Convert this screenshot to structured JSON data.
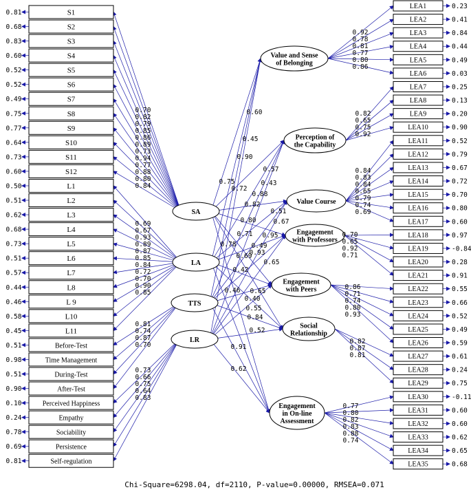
{
  "statistics": "Chi-Square=6298.04, df=2110, P-value=0.00000, RMSEA=0.071",
  "colors": {
    "arrow": "#1a1aa8"
  },
  "exogenous": [
    {
      "id": "SA",
      "label": "SA"
    },
    {
      "id": "LA",
      "label": "LA"
    },
    {
      "id": "TTS",
      "label": "TTS"
    },
    {
      "id": "LR",
      "label": "LR"
    }
  ],
  "endogenous": [
    {
      "id": "VSB",
      "lines": [
        "Value and Sense",
        "of Belonging"
      ]
    },
    {
      "id": "PC",
      "lines": [
        "Perception of",
        "the Capability"
      ]
    },
    {
      "id": "VC",
      "lines": [
        "Value Course"
      ]
    },
    {
      "id": "EP",
      "lines": [
        "Engagement",
        "with Professors"
      ]
    },
    {
      "id": "EPe",
      "lines": [
        "Engagement",
        "with Peers"
      ]
    },
    {
      "id": "SR",
      "lines": [
        "Social",
        "Relationship"
      ]
    },
    {
      "id": "EOA",
      "lines": [
        "Engagement",
        "in On-line",
        "Assessment"
      ]
    }
  ],
  "left_indicators": [
    {
      "label": "S1",
      "err": "0.81",
      "load": "0.70",
      "factor": "SA"
    },
    {
      "label": "S2",
      "err": "0.68",
      "load": "0.82",
      "factor": "SA"
    },
    {
      "label": "S3",
      "err": "0.83",
      "load": "0.79",
      "factor": "SA"
    },
    {
      "label": "S4",
      "err": "0.60",
      "load": "0.85",
      "factor": "SA"
    },
    {
      "label": "S5",
      "err": "0.52",
      "load": "0.86",
      "factor": "SA"
    },
    {
      "label": "S6",
      "err": "0.52",
      "load": "0.89",
      "factor": "SA"
    },
    {
      "label": "S7",
      "err": "0.49",
      "load": "0.73",
      "factor": "SA"
    },
    {
      "label": "S8",
      "err": "0.75",
      "load": "0.94",
      "factor": "SA"
    },
    {
      "label": "S9",
      "err": "0.77",
      "load": "0.77",
      "factor": "SA"
    },
    {
      "label": "S10",
      "err": "0.64",
      "load": "0.88",
      "factor": "SA"
    },
    {
      "label": "S11",
      "err": "0.73",
      "load": "0.80",
      "factor": "SA"
    },
    {
      "label": "S12",
      "err": "0.60",
      "load": "0.84",
      "factor": "SA"
    },
    {
      "label": "L1",
      "err": "0.50",
      "load": "0.69",
      "factor": "LA"
    },
    {
      "label": "L2",
      "err": "0.51",
      "load": "0.67",
      "factor": "LA"
    },
    {
      "label": "L3",
      "err": "0.62",
      "load": "0.93",
      "factor": "LA"
    },
    {
      "label": "L4",
      "err": "0.68",
      "load": "0.89",
      "factor": "LA"
    },
    {
      "label": "L5",
      "err": "0.73",
      "load": "0.87",
      "factor": "LA"
    },
    {
      "label": "L6",
      "err": "0.51",
      "load": "0.85",
      "factor": "LA"
    },
    {
      "label": "L7",
      "err": "0.57",
      "load": "0.84",
      "factor": "LA"
    },
    {
      "label": "L8",
      "err": "0.44",
      "load": "0.72",
      "factor": "LA"
    },
    {
      "label": "L 9",
      "err": "0.46",
      "load": "0.70",
      "factor": "LA"
    },
    {
      "label": "L10",
      "err": "0.58",
      "load": "0.90",
      "factor": "LA"
    },
    {
      "label": "L11",
      "err": "0.45",
      "load": "0.85",
      "factor": "LA"
    },
    {
      "label": "Before-Test",
      "err": "0.51",
      "load": "0.81",
      "factor": "TTS"
    },
    {
      "label": "Time Management",
      "err": "0.98",
      "load": "0.74",
      "factor": "TTS"
    },
    {
      "label": "During-Test",
      "err": "0.51",
      "load": "0.87",
      "factor": "TTS"
    },
    {
      "label": "After-Test",
      "err": "0.90",
      "load": "0.70",
      "factor": "TTS"
    },
    {
      "label": "Perceived Happiness",
      "err": "0.10",
      "load": "0.73",
      "factor": "LR"
    },
    {
      "label": "Empathy",
      "err": "0.24",
      "load": "0.66",
      "factor": "LR"
    },
    {
      "label": "Sociability",
      "err": "0.78",
      "load": "0.75",
      "factor": "LR"
    },
    {
      "label": "Persistence",
      "err": "0.69",
      "load": "0.64",
      "factor": "LR"
    },
    {
      "label": "Self-regulation",
      "err": "0.81",
      "load": "0.83",
      "factor": "LR"
    }
  ],
  "right_indicators": [
    {
      "label": "LEA1",
      "err": "0.23",
      "load": "0.92",
      "factor": "VSB"
    },
    {
      "label": "LEA2",
      "err": "0.41",
      "load": "0.78",
      "factor": "VSB"
    },
    {
      "label": "LEA3",
      "err": "0.84",
      "load": "0.81",
      "factor": "VSB"
    },
    {
      "label": "LEA4",
      "err": "0.44",
      "load": "0.77",
      "factor": "VSB"
    },
    {
      "label": "LEA5",
      "err": "0.49",
      "load": "0.80",
      "factor": "VSB"
    },
    {
      "label": "LEA6",
      "err": "0.03",
      "load": "0.86",
      "factor": "VSB"
    },
    {
      "label": "LEA7",
      "err": "0.25",
      "load": "0.82",
      "factor": "PC"
    },
    {
      "label": "LEA8",
      "err": "0.13",
      "load": "0.65",
      "factor": "PC"
    },
    {
      "label": "LEA9",
      "err": "0.20",
      "load": "0.75",
      "factor": "PC"
    },
    {
      "label": "LEA10",
      "err": "0.90",
      "load": "0.92",
      "factor": "PC"
    },
    {
      "label": "LEA11",
      "err": "0.52",
      "load": "0.84",
      "factor": "VC"
    },
    {
      "label": "LEA12",
      "err": "0.79",
      "load": "0.83",
      "factor": "VC"
    },
    {
      "label": "LEA13",
      "err": "0.67",
      "load": "0.84",
      "factor": "VC"
    },
    {
      "label": "LEA14",
      "err": "0.72",
      "load": "0.65",
      "factor": "VC"
    },
    {
      "label": "LEA15",
      "err": "0.70",
      "load": "0.79",
      "factor": "VC"
    },
    {
      "label": "LEA16",
      "err": "0.80",
      "load": "0.74",
      "factor": "VC"
    },
    {
      "label": "LEA17",
      "err": "0.60",
      "load": "0.69",
      "factor": "VC"
    },
    {
      "label": "LEA18",
      "err": "0.97",
      "load": "0.70",
      "factor": "EP"
    },
    {
      "label": "LEA19",
      "err": "-0.84",
      "load": "0.65",
      "factor": "EP"
    },
    {
      "label": "LEA20",
      "err": "0.28",
      "load": "0.92",
      "factor": "EP"
    },
    {
      "label": "LEA21",
      "err": "0.91",
      "load": "0.71",
      "factor": "EP"
    },
    {
      "label": "LEA22",
      "err": "0.55",
      "load": "0.86",
      "factor": "EPe"
    },
    {
      "label": "LEA23",
      "err": "0.66",
      "load": "0.71",
      "factor": "EPe"
    },
    {
      "label": "LEA24",
      "err": "0.52",
      "load": "0.74",
      "factor": "EPe"
    },
    {
      "label": "LEA25",
      "err": "0.49",
      "load": "0.80",
      "factor": "EPe"
    },
    {
      "label": "LEA26",
      "err": "0.59",
      "load": "0.93",
      "factor": "EPe"
    },
    {
      "label": "LEA27",
      "err": "0.61",
      "load": "0.82",
      "factor": "SR"
    },
    {
      "label": "LEA28",
      "err": "0.24",
      "load": "0.87",
      "factor": "SR"
    },
    {
      "label": "LEA29",
      "err": "0.75",
      "load": "0.81",
      "factor": "SR"
    },
    {
      "label": "LEA30",
      "err": "-0.11",
      "load": "0.77",
      "factor": "EOA"
    },
    {
      "label": "LEA31",
      "err": "0.60",
      "load": "0.80",
      "factor": "EOA"
    },
    {
      "label": "LEA32",
      "err": "0.60",
      "load": "0.82",
      "factor": "EOA"
    },
    {
      "label": "LEA33",
      "err": "0.62",
      "load": "0.83",
      "factor": "EOA"
    },
    {
      "label": "LEA34",
      "err": "0.65",
      "load": "0.88",
      "factor": "EOA"
    },
    {
      "label": "LEA35",
      "err": "0.68",
      "load": "0.74",
      "factor": "EOA"
    }
  ],
  "paths": [
    {
      "from": "SA",
      "to": "VSB",
      "value": "0.60"
    },
    {
      "from": "SA",
      "to": "PC",
      "value": "0.45"
    },
    {
      "from": "SA",
      "to": "VC",
      "value": "0.90"
    },
    {
      "from": "SA",
      "to": "EP",
      "value": "0.75"
    },
    {
      "from": "SA",
      "to": "EPe",
      "value": "0.72"
    },
    {
      "from": "SA",
      "to": "SR",
      "value": "0.82"
    },
    {
      "from": "SA",
      "to": "EOA",
      "value": "0.80"
    },
    {
      "from": "LA",
      "to": "VSB",
      "value": "0.57"
    },
    {
      "from": "LA",
      "to": "PC",
      "value": "0.43"
    },
    {
      "from": "LA",
      "to": "VC",
      "value": "0.88"
    },
    {
      "from": "LA",
      "to": "EP",
      "value": "0.51"
    },
    {
      "from": "LA",
      "to": "EPe",
      "value": "0.67"
    },
    {
      "from": "LA",
      "to": "SR",
      "value": "0.71"
    },
    {
      "from": "LA",
      "to": "EOA",
      "value": "0.95"
    },
    {
      "from": "TTS",
      "to": "VSB",
      "value": "0.78"
    },
    {
      "from": "TTS",
      "to": "PC",
      "value": "0.49"
    },
    {
      "from": "TTS",
      "to": "VC",
      "value": "0.93"
    },
    {
      "from": "TTS",
      "to": "EP",
      "value": "0.69"
    },
    {
      "from": "TTS",
      "to": "EPe",
      "value": "0.65"
    },
    {
      "from": "TTS",
      "to": "SR",
      "value": "0.42"
    },
    {
      "from": "TTS",
      "to": "EOA",
      "value": "0.46"
    },
    {
      "from": "LR",
      "to": "VSB",
      "value": "0.65"
    },
    {
      "from": "LR",
      "to": "PC",
      "value": "0.40"
    },
    {
      "from": "LR",
      "to": "VC",
      "value": "0.55"
    },
    {
      "from": "LR",
      "to": "EP",
      "value": "0.84"
    },
    {
      "from": "LR",
      "to": "EPe",
      "value": "0.52"
    },
    {
      "from": "LR",
      "to": "SR",
      "value": "0.91"
    },
    {
      "from": "LR",
      "to": "EOA",
      "value": "0.62"
    }
  ]
}
